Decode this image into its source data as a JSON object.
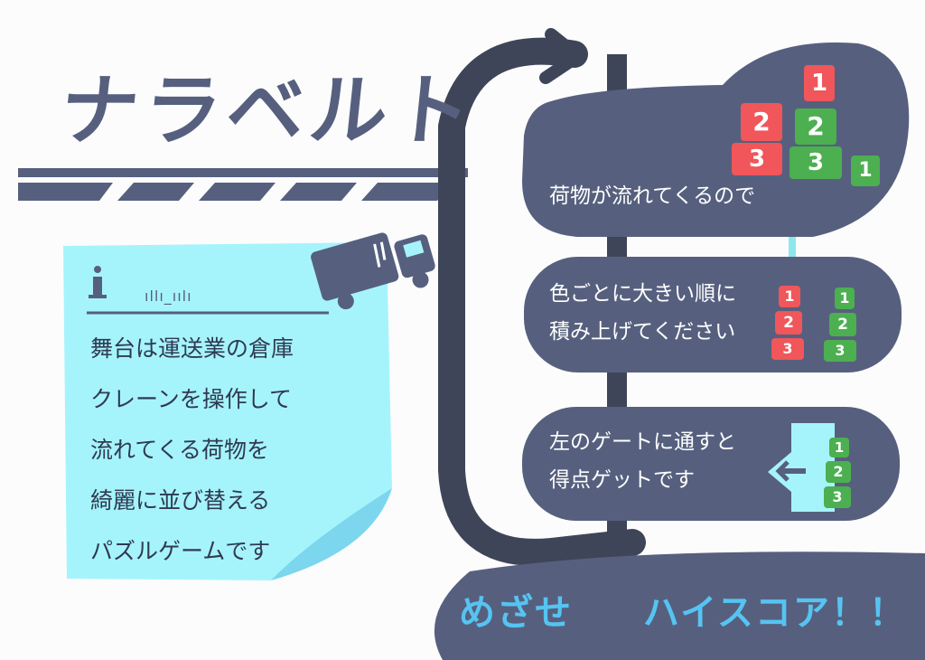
{
  "title": "ナラベルト",
  "info_icon": "info-icon",
  "info_scribble": "ıllı_ıılı",
  "note_lines": [
    "舞台は運送業の倉庫",
    "クレーンを操作して",
    "流れてくる荷物を",
    "綺麗に並び替える",
    "パズルゲームです"
  ],
  "cards": [
    {
      "lines": [
        "荷物が流れてくるので"
      ]
    },
    {
      "lines": [
        "色ごとに大きい順に",
        "積み上げてください"
      ]
    },
    {
      "lines": [
        "左のゲートに通すと",
        "得点ゲットです"
      ]
    }
  ],
  "goal": {
    "part1": "めざせ",
    "part2": "ハイスコア！！"
  },
  "boxes": {
    "one": "1",
    "two": "2",
    "three": "3"
  },
  "colors": {
    "slate": "#56607e",
    "red": "#f0565a",
    "green": "#4caf50",
    "note": "#a6f4fb",
    "accent": "#56c4f2"
  }
}
